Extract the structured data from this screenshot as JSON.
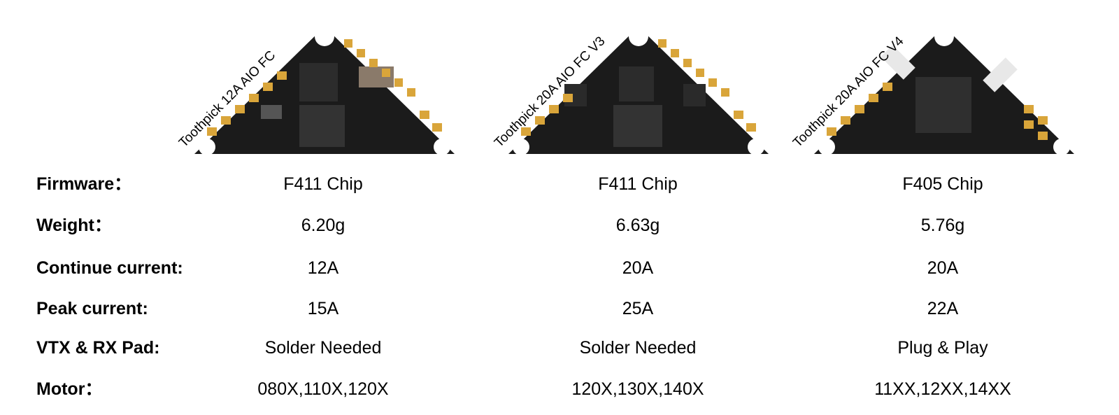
{
  "boards": [
    {
      "label": "Toothpick 12A AIO FC"
    },
    {
      "label": "Toothpick 20A AIO FC V3"
    },
    {
      "label": "Toothpick 20A AIO FC V4"
    }
  ],
  "specs": [
    {
      "label": "Firmware：",
      "values": [
        "F411 Chip",
        "F411 Chip",
        "F405 Chip"
      ]
    },
    {
      "label": "Weight：",
      "values": [
        "6.20g",
        "6.63g",
        "5.76g"
      ]
    },
    {
      "label": "Continue current:",
      "values": [
        "12A",
        "20A",
        "20A"
      ]
    },
    {
      "label": "Peak current:",
      "values": [
        "15A",
        "25A",
        "22A"
      ]
    },
    {
      "label": "VTX & RX Pad:",
      "values": [
        "Solder Needed",
        "Solder Needed",
        "Plug & Play"
      ]
    },
    {
      "label": "Motor：",
      "values": [
        "080X,110X,120X",
        "120X,130X,140X",
        "11XX,12XX,14XX"
      ]
    }
  ],
  "colors": {
    "pcb": "#1b1b1b",
    "pad": "#d9a53a",
    "chip": "#2c2c2c",
    "hole": "#ffffff"
  }
}
